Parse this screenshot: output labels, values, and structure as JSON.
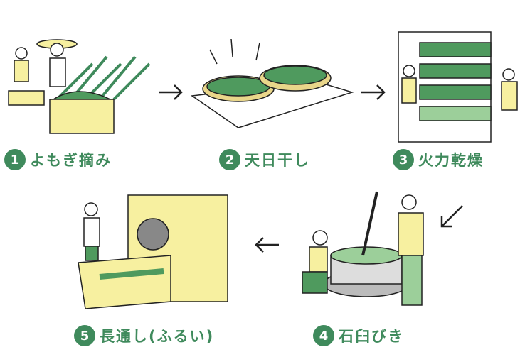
{
  "colors": {
    "accent": "#3f8a5c",
    "leaf": "#4f9a5e",
    "yellow": "#f7f0a0",
    "wood": "#e9d68a"
  },
  "steps": [
    {
      "number": "1",
      "label": "よもぎ摘み"
    },
    {
      "number": "2",
      "label": "天日干し"
    },
    {
      "number": "3",
      "label": "火力乾燥"
    },
    {
      "number": "4",
      "label": "石臼びき"
    },
    {
      "number": "5",
      "label": "長通し(ふるい)"
    }
  ]
}
